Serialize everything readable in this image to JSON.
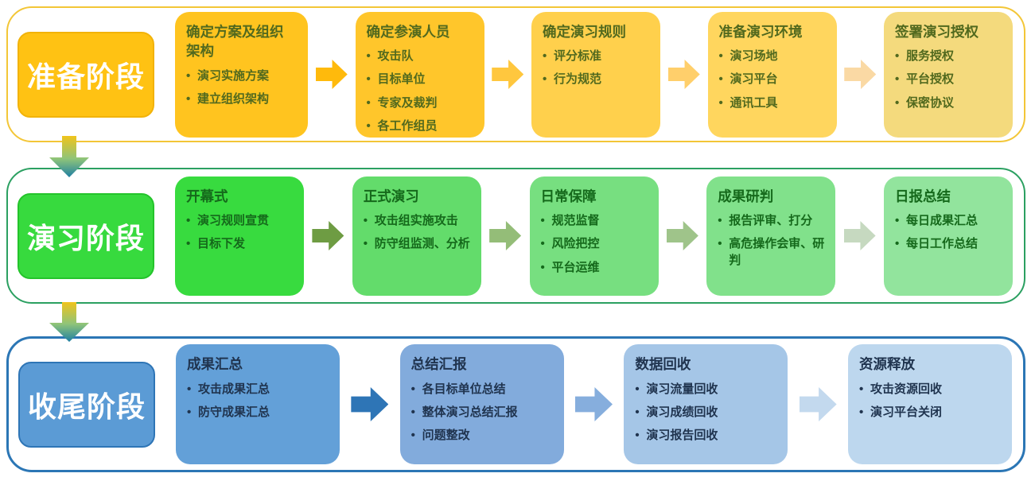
{
  "bullet_char": "•",
  "connector": {
    "gradient_top": "#F0C41C",
    "gradient_mid": "#8FC479",
    "gradient_bottom": "#1F7FA3"
  },
  "phases": [
    {
      "label": "准备阶段",
      "colors": {
        "row_border": "#F3C637",
        "label_fill": "#FFC213",
        "label_border": "#F2B309",
        "label_text": "#FFFFFF",
        "text": "#51691E",
        "box_fills": [
          "#FFC41F",
          "#FFC62B",
          "#FFD04C",
          "#FFD65E",
          "#F4DA7D"
        ],
        "arrow_fills": [
          "#FFBA0C",
          "#FFC73E",
          "#FFCF6B",
          "#FAD9A4"
        ]
      },
      "boxes": [
        {
          "title": "确定方案及组织架构",
          "bullets": [
            "演习实施方案",
            "建立组织架构"
          ]
        },
        {
          "title": "确定参演人员",
          "bullets": [
            "攻击队",
            "目标单位",
            "专家及裁判",
            "各工作组员"
          ]
        },
        {
          "title": "确定演习规则",
          "bullets": [
            "评分标准",
            "行为规范"
          ]
        },
        {
          "title": "准备演习环境",
          "bullets": [
            "演习场地",
            "演习平台",
            "通讯工具"
          ]
        },
        {
          "title": "签署演习授权",
          "bullets": [
            "服务授权",
            "平台授权",
            "保密协议"
          ]
        }
      ]
    },
    {
      "label": "演习阶段",
      "colors": {
        "row_border": "#2BA061",
        "label_fill": "#37DA3E",
        "label_border": "#24C42B",
        "label_text": "#FFFFFF",
        "text": "#15691B",
        "box_fills": [
          "#38DB3F",
          "#63DC6B",
          "#77DF80",
          "#81E18B",
          "#92E49D"
        ],
        "arrow_fills": [
          "#6E9C43",
          "#94BD78",
          "#9FC48A",
          "#C6D9C0"
        ]
      },
      "boxes": [
        {
          "title": "开幕式",
          "bullets": [
            "演习规则宣贯",
            "目标下发"
          ]
        },
        {
          "title": "正式演习",
          "bullets": [
            "攻击组实施攻击",
            "防守组监测、分析"
          ]
        },
        {
          "title": "日常保障",
          "bullets": [
            "规范监督",
            "风险把控",
            "平台运维"
          ]
        },
        {
          "title": "成果研判",
          "bullets": [
            "报告评审、打分",
            "高危操作会审、研判"
          ]
        },
        {
          "title": "日报总结",
          "bullets": [
            "每日成果汇总",
            "每日工作总结"
          ]
        }
      ]
    },
    {
      "label": "收尾阶段",
      "colors": {
        "row_border": "#2B76B5",
        "label_fill": "#5B9BD5",
        "label_border": "#2E75B6",
        "label_text": "#FFFFFF",
        "text": "#20344F",
        "box_fills": [
          "#63A0D8",
          "#82ABDC",
          "#A5C6E7",
          "#BDD7EE"
        ],
        "arrow_fills": [
          "#2E75B6",
          "#86AEDD",
          "#C3D9EE"
        ]
      },
      "boxes": [
        {
          "title": "成果汇总",
          "bullets": [
            "攻击成果汇总",
            "防守成果汇总"
          ]
        },
        {
          "title": "总结汇报",
          "bullets": [
            "各目标单位总结",
            "整体演习总结汇报",
            "问题整改"
          ]
        },
        {
          "title": "数据回收",
          "bullets": [
            "演习流量回收",
            "演习成绩回收",
            "演习报告回收"
          ]
        },
        {
          "title": "资源释放",
          "bullets": [
            "攻击资源回收",
            "演习平台关闭"
          ]
        }
      ]
    }
  ]
}
